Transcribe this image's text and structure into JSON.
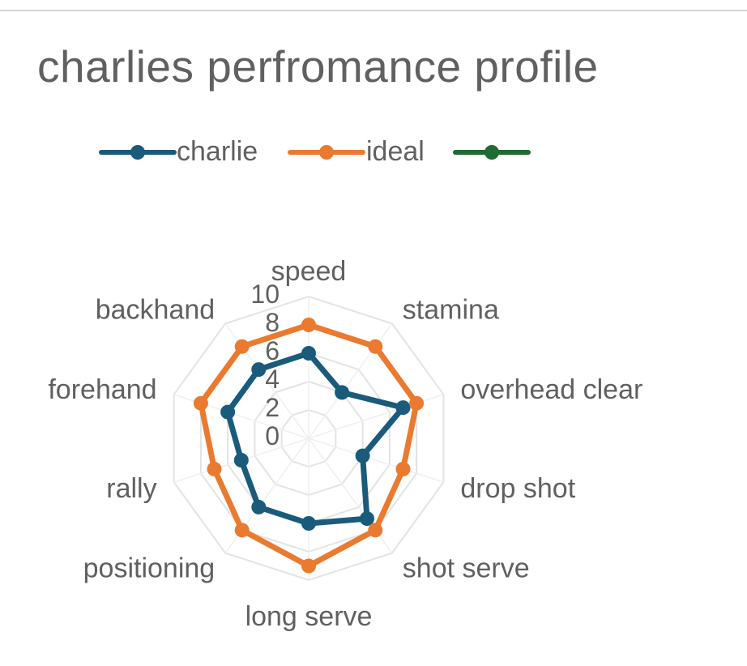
{
  "chart_data": {
    "type": "radar",
    "title": "charlies perfromance profile",
    "categories": [
      "speed",
      "stamina",
      "overhead clear",
      "drop shot",
      "shot serve",
      "long serve",
      "positioning",
      "rally",
      "forehand",
      "backhand"
    ],
    "series": [
      {
        "name": "charlie",
        "values": [
          6,
          4,
          7,
          4,
          7,
          6,
          6,
          5,
          6,
          6
        ],
        "color": "#1a5b7c"
      },
      {
        "name": "ideal",
        "values": [
          8,
          8,
          8,
          7,
          8,
          9,
          8,
          7,
          8,
          8
        ],
        "color": "#ea7a2f"
      },
      {
        "name": "",
        "values": [],
        "color": "#1e6b33"
      }
    ],
    "r_ticks": [
      "0",
      "2",
      "4",
      "6",
      "8",
      "10"
    ],
    "rlim": [
      0,
      10
    ],
    "grid": true,
    "legend_position": "top-left"
  }
}
